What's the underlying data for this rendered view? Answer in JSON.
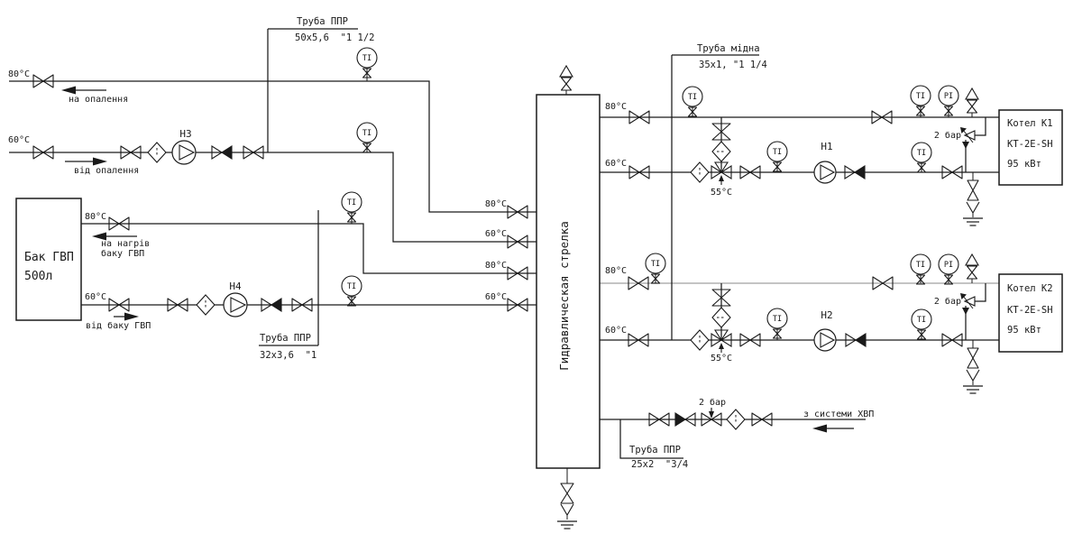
{
  "colors": {
    "ink": "#1a1a1a",
    "muted_pipe": "#b0b0b0",
    "background": "#ffffff"
  },
  "temps": {
    "t80": "80°C",
    "t60": "60°C",
    "t55": "55°C"
  },
  "instruments": {
    "temperature": "TI",
    "pressure": "PI"
  },
  "pressure_setting": "2 бар",
  "flows": {
    "to_heating": "на опалення",
    "from_heating": "від опалення",
    "to_tank_line1": "на нагрів",
    "to_tank_line2": "баку ГВП",
    "from_tank": "від баку ГВП",
    "from_cold_water": "з системи ХВП"
  },
  "tank": {
    "name": "Бак ГВП",
    "volume": "500л"
  },
  "separator": {
    "label": "Гидравлическая стрелка"
  },
  "pumps": {
    "h1": "Н1",
    "h2": "Н2",
    "h3": "Н3",
    "h4": "Н4"
  },
  "pipes": {
    "ppr50": {
      "name": "Труба ППР",
      "size": "50x5,6  \"1 1/2"
    },
    "ppr32": {
      "name": "Труба ППР",
      "size": "32x3,6  \"1"
    },
    "copper35": {
      "name": "Труба мідна",
      "size": "35x1, \"1 1/4"
    },
    "ppr25": {
      "name": "Труба ППР",
      "size": "25x2  \"3/4"
    }
  },
  "boilers": {
    "k1": {
      "name": "Котел К1",
      "model": "КТ-2Е-SH",
      "power": "95 кВт"
    },
    "k2": {
      "name": "Котел К2",
      "model": "КТ-2Е-SH",
      "power": "95 кВт"
    }
  }
}
